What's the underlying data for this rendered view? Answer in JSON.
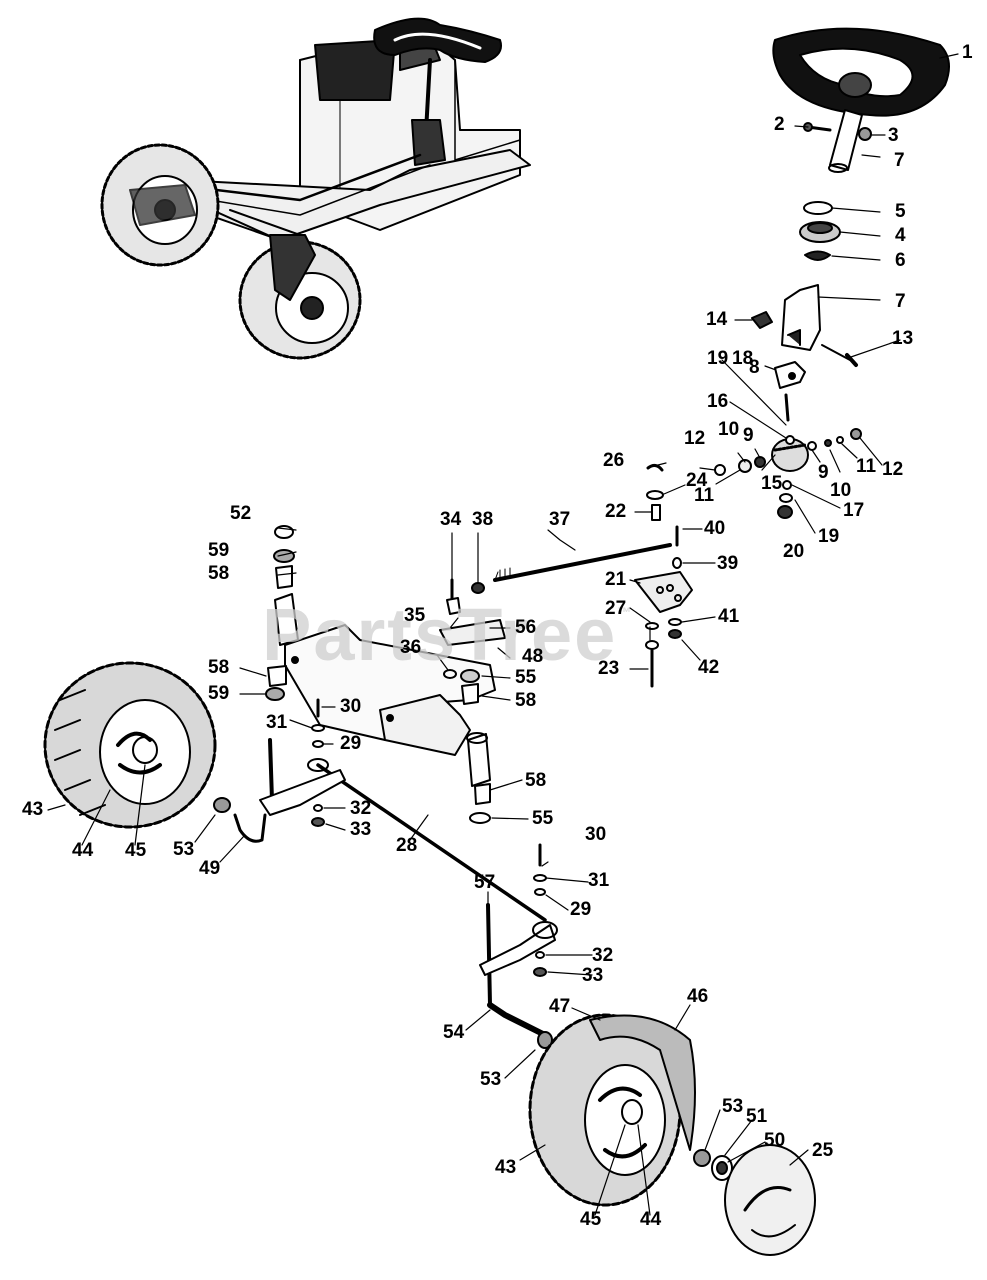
{
  "watermark": {
    "text": "PartsTree",
    "trademark": "™"
  },
  "colors": {
    "ink": "#000000",
    "background": "#ffffff",
    "watermark": "#cfcfcf"
  },
  "callouts": {
    "c1": "1",
    "c2": "2",
    "c3": "3",
    "c7a": "7",
    "c5": "5",
    "c4": "4",
    "c6": "6",
    "c7b": "7",
    "c14": "14",
    "c13": "13",
    "c19a": "19",
    "c18": "18",
    "c8": "8",
    "c16": "16",
    "c12a": "12",
    "c10a": "10",
    "c9a": "9",
    "c26": "26",
    "c24": "24",
    "c11a": "11",
    "c15": "15",
    "c9b": "9",
    "c10b": "10",
    "c11b": "11",
    "c12b": "12",
    "c17": "17",
    "c19b": "19",
    "c20": "20",
    "c22": "22",
    "c52": "52",
    "c34": "34",
    "c38": "38",
    "c37": "37",
    "c40": "40",
    "c59a": "59",
    "c58a": "58",
    "c39": "39",
    "c21": "21",
    "c35": "35",
    "c56": "56",
    "c27": "27",
    "c41": "41",
    "c36": "36",
    "c48": "48",
    "c42": "42",
    "c58b": "58",
    "c55a": "55",
    "c23": "23",
    "c59b": "59",
    "c58c": "58",
    "c30a": "30",
    "c31a": "31",
    "c29a": "29",
    "c58d": "58",
    "c43a": "43",
    "c55b": "55",
    "c32a": "32",
    "c33a": "33",
    "c44a": "44",
    "c45a": "45",
    "c53a": "53",
    "c49": "49",
    "c28": "28",
    "c30b": "30",
    "c31b": "31",
    "c57": "57",
    "c29b": "29",
    "c32b": "32",
    "c33b": "33",
    "c47": "47",
    "c46": "46",
    "c54": "54",
    "c53b": "53",
    "c53c": "53",
    "c51": "51",
    "c50": "50",
    "c25": "25",
    "c43b": "43",
    "c45b": "45",
    "c44b": "44"
  }
}
